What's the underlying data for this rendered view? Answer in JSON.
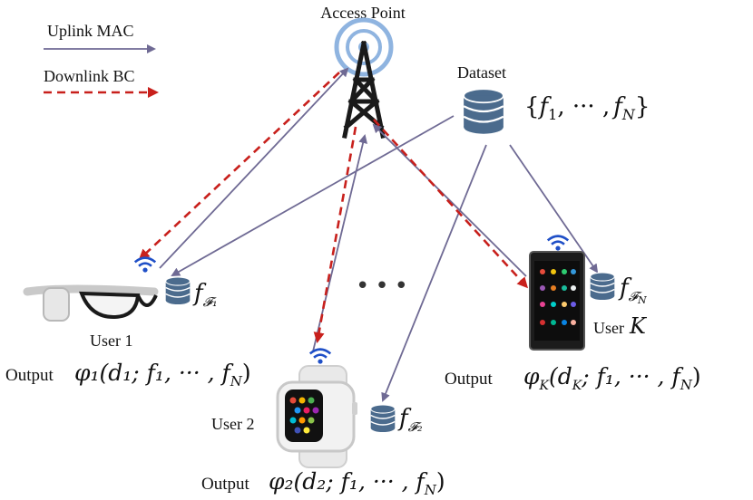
{
  "legend": {
    "uplink_label": "Uplink MAC",
    "downlink_label": "Downlink BC"
  },
  "access_point": {
    "label": "Access Point"
  },
  "dataset": {
    "label": "Dataset",
    "set_open": "{",
    "set_f1": "f",
    "set_f1_sub": "1",
    "set_dots": ", ··· ,",
    "set_fN": "f",
    "set_fN_sub": "N",
    "set_close": "}"
  },
  "user1": {
    "name": "User 1",
    "output_word": "Output",
    "output_expr": "φ₁(d₁; f₁, ··· , f",
    "output_sub": "N",
    "output_close": ")",
    "file_f": "f",
    "file_sub": "𝓕₁"
  },
  "user2": {
    "name": "User 2",
    "output_word": "Output",
    "output_expr": "φ₂(d₂; f₁, ··· , f",
    "output_sub": "N",
    "output_close": ")",
    "file_f": "f",
    "file_sub": "𝓕₂"
  },
  "userK": {
    "name": "User",
    "name_var": "K",
    "output_word": "Output",
    "output_expr": "φ",
    "output_expr_sub": "K",
    "output_expr_rest": "(d",
    "output_expr_rest_sub": "K",
    "output_expr_tail": "; f₁, ··· , f",
    "output_sub": "N",
    "output_close": ")",
    "file_f": "f",
    "file_sub": "𝓕",
    "file_sub_sub": "N"
  },
  "ellipsis": "•••",
  "colors": {
    "uplink": "#6f6a94",
    "downlink": "#c8201c",
    "database": "#4b6b8d",
    "wifi": "#1f4fc7",
    "ap_rings": "#8fb4e0"
  }
}
